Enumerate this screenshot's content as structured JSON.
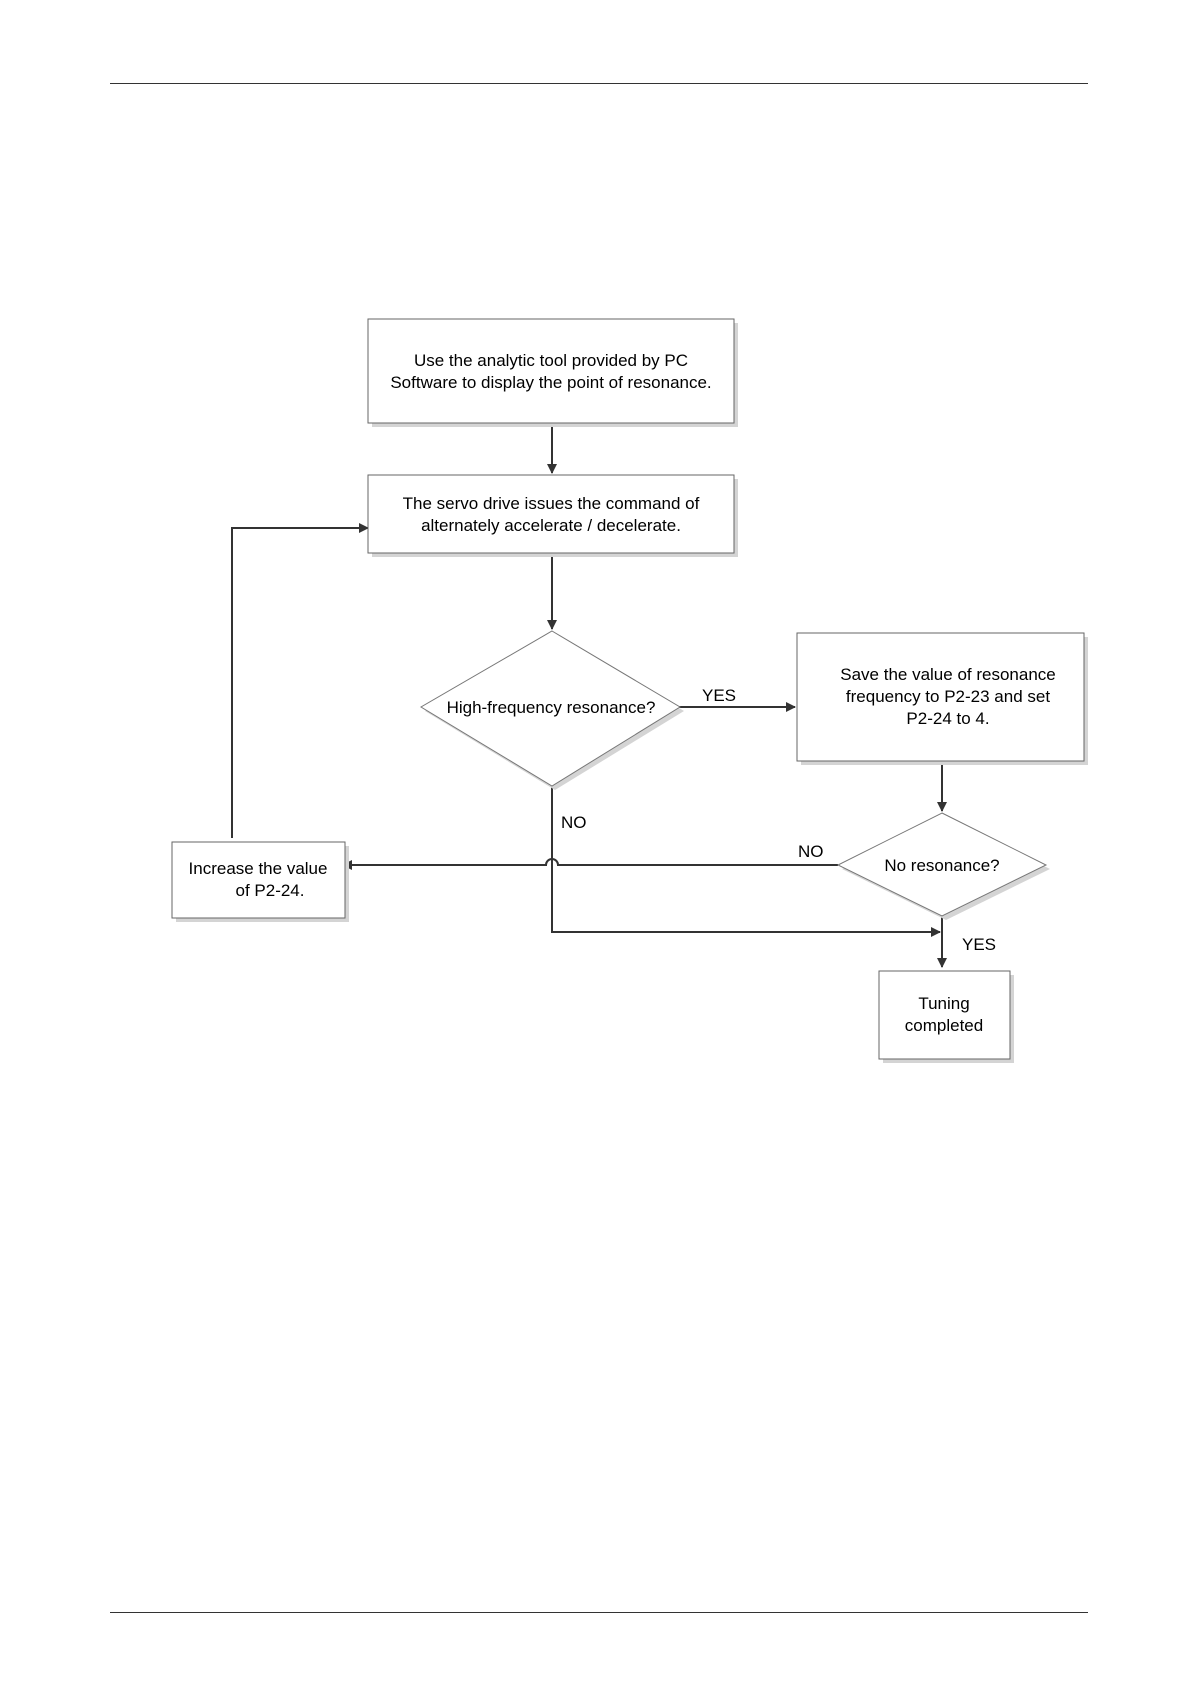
{
  "flowchart": {
    "step1": {
      "line1": "Use the analytic tool provided by PC",
      "line2": "Software to display the point of resonance."
    },
    "step2": {
      "line1": "The servo drive issues the command of",
      "line2": "alternately accelerate / decelerate."
    },
    "decision1": {
      "text": "High-frequency resonance?"
    },
    "save": {
      "line1": "Save the value of resonance",
      "line2": "frequency to P2-23 and set",
      "line3": "P2-24 to 4."
    },
    "decision2": {
      "text": "No resonance?"
    },
    "increase": {
      "line1": "Increase the value",
      "line2": "of P2-24."
    },
    "done": {
      "line1": "Tuning",
      "line2": "completed"
    },
    "labels": {
      "yes1": "YES",
      "no1": "NO",
      "no2": "NO",
      "yes2": "YES"
    }
  }
}
